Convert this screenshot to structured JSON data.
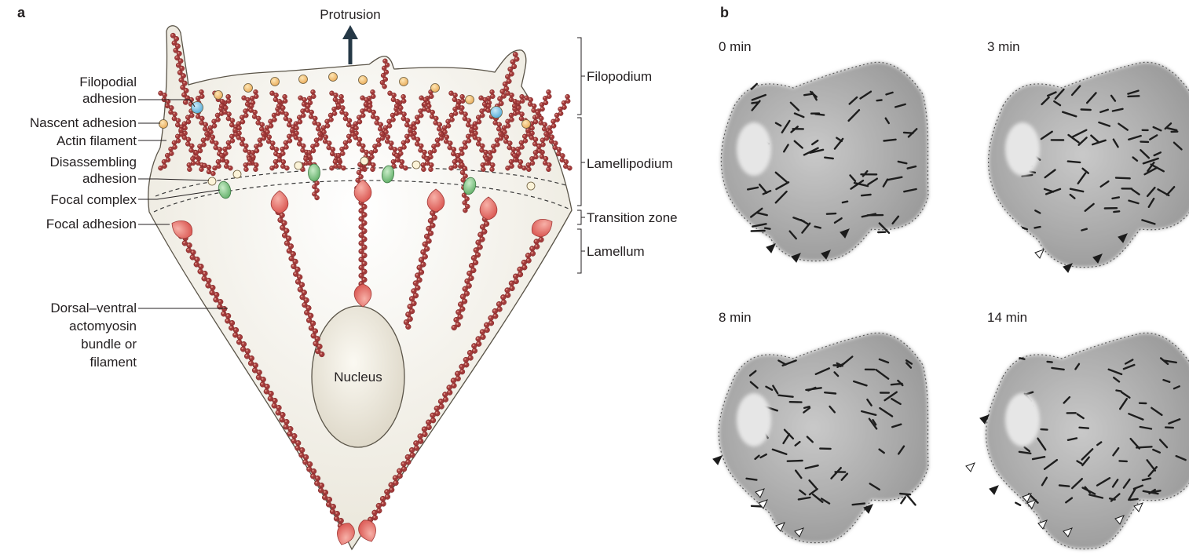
{
  "panel_a": {
    "letter": "a",
    "protrusion": "Protrusion",
    "nucleus": "Nucleus",
    "left_labels": {
      "filopodial_1": "Filopodial",
      "filopodial_2": "adhesion",
      "nascent": "Nascent adhesion",
      "actin": "Actin filament",
      "disassembling_1": "Disassembling",
      "disassembling_2": "adhesion",
      "focal_complex": "Focal complex",
      "focal_adhesion": "Focal adhesion",
      "dorsal_1": "Dorsal–ventral",
      "dorsal_2": "actomyosin",
      "dorsal_3": "bundle or",
      "dorsal_4": "filament"
    },
    "right_labels": {
      "filopodium": "Filopodium",
      "lamellipodium": "Lamellipodium",
      "transition": "Transition zone",
      "lamellum": "Lamellum"
    },
    "colors": {
      "cell": "#f2efe6",
      "actin": "#a33b3b",
      "nascent": "#f2c27a",
      "filopodial": "#7fc4e6",
      "focal_complex": "#7dbf83",
      "focal_adhesion": "#e0625f",
      "disassembling": "#fbf3d8"
    }
  },
  "panel_b": {
    "letter": "b",
    "times": {
      "t0": "0 min",
      "t3": "3 min",
      "t8": "8 min",
      "t14": "14 min"
    }
  }
}
